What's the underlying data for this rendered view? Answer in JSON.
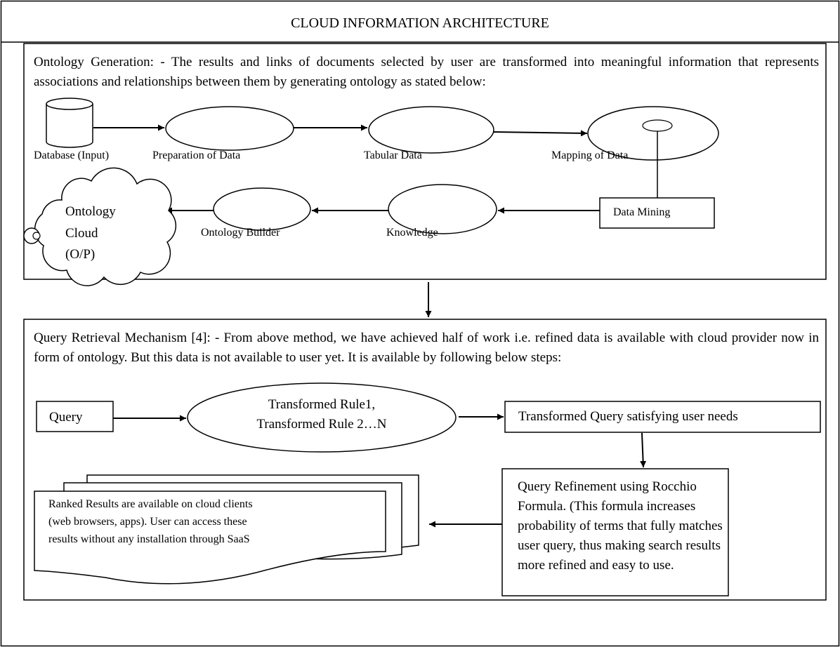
{
  "title": "CLOUD INFORMATION ARCHITECTURE",
  "ontology_section": {
    "description": "Ontology Generation: - The results and links of documents selected by user are transformed into meaningful information that represents associations and relationships between them by generating ontology as stated below:",
    "labels": {
      "database": "Database (Input)",
      "preparation": "Preparation of Data",
      "tabular": "Tabular Data",
      "mapping": "Mapping of Data",
      "data_mining": "Data Mining",
      "knowledge": "Knowledge",
      "ontology_builder": "Ontology Builder",
      "cloud_line1": "Ontology",
      "cloud_line2": "Cloud",
      "cloud_line3": "(O/P)"
    }
  },
  "query_section": {
    "description": "Query Retrieval Mechanism [4]: - From above method, we have achieved half of work i.e. refined data is available with cloud provider now in form of ontology. But this data is not available to user yet. It is available by following below steps:",
    "labels": {
      "query": "Query",
      "rules_line1": "Transformed Rule1,",
      "rules_line2": "Transformed Rule 2…N",
      "transformed_query": "Transformed Query satisfying user needs",
      "refinement_lines": [
        "Query Refinement using Rocchio",
        "Formula. (This formula increases",
        "probability of terms that fully matches",
        "user query, thus making search results",
        "more refined and easy to use."
      ],
      "results_lines": [
        "Ranked Results are available on cloud clients",
        "(web browsers, apps).  User can access these",
        "results without any installation through SaaS"
      ]
    }
  }
}
